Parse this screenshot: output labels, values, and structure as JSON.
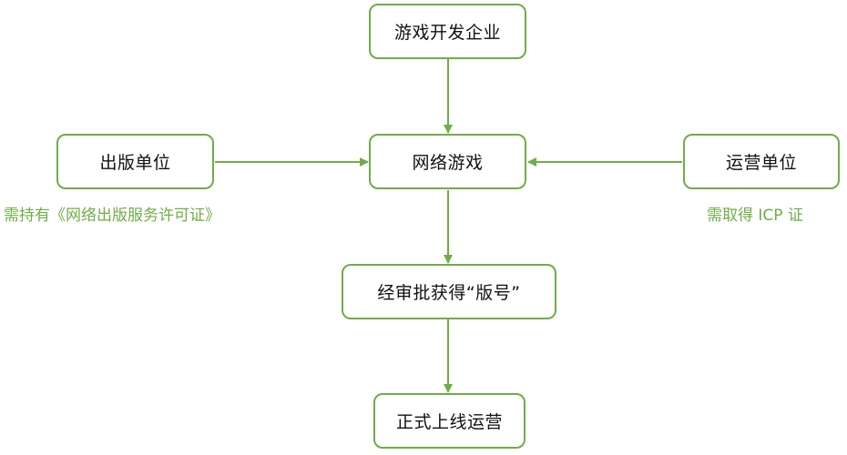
{
  "nodes": {
    "developer": "游戏开发企业",
    "publisher": "出版单位",
    "online_game": "网络游戏",
    "operator": "运营单位",
    "approval": "经审批获得“版号”",
    "launch": "正式上线运营"
  },
  "notes": {
    "publisher_requirement": "需持有《网络出版服务许可证》",
    "operator_requirement": "需取得 ICP 证"
  },
  "colors": {
    "accent": "#70ad47",
    "text": "#111111"
  }
}
